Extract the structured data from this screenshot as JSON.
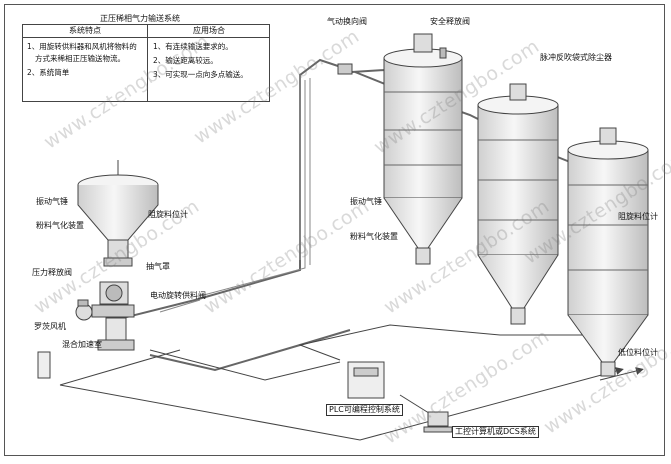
{
  "title": "正压稀相气力输送系统",
  "table": {
    "headers": [
      "系统特点",
      "应用场合"
    ],
    "features": [
      "1、用旋转供料器和风机将物料的",
      "方式来稀相正压输送物流。",
      "2、系统简单"
    ],
    "applications": [
      "1、有连续输送要求的。",
      "2、输送距离较远。",
      "3、可实现一点向多点输送。"
    ]
  },
  "labels": {
    "vibrating_motor_left": "振动气锤",
    "aerator_left": "粉料气化装置",
    "level_gauge_left": "阻旋料位计",
    "pressure_valve": "压力释放阀",
    "roots_blower": "罗茨风机",
    "mixing_chamber": "混合加速室",
    "exhaust_hood": "抽气罩",
    "rotary_feeder": "电动旋转供料阀",
    "diverter_valve": "气动换向阀",
    "safety_valve": "安全释放阀",
    "dust_collector": "脉冲反吹袋式除尘器",
    "vibrating_motor_right": "振动气锤",
    "aerator_right": "粉料气化装置",
    "level_gauge_right": "阻旋料位计",
    "low_level_gauge": "低位料位计",
    "plc_cabinet": "PLC可编程控制系统",
    "dcs": "工控计算机或DCS系统"
  },
  "watermark": "www.cztengbo.com",
  "colors": {
    "line": "#555555",
    "silo_fill": "#eeeeee",
    "silo_stroke": "#444444"
  }
}
